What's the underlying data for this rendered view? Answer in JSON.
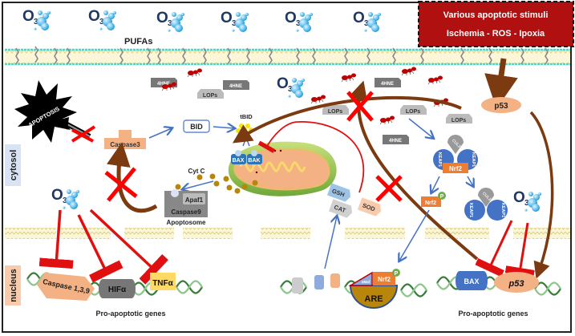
{
  "title_box": {
    "line1": "Various apoptotic stimuli",
    "line2": "Ischemia -  ROS - Ipoxia",
    "fill": "#b01010"
  },
  "labels": {
    "pufas": "PUFAs",
    "cytosol": "cytosol",
    "nucleus": "nucleus",
    "apoptosis": "APOPTOSIS",
    "caspase3": "Caspase3",
    "bid": "BID",
    "tbid": "tBID",
    "bax": "BAX",
    "bak": "BAK",
    "cytc": "Cyt C",
    "apaf1": "Apaf1",
    "caspase9": "Caspase9",
    "apoptosome": "Apoptosome",
    "p53": "p53",
    "gsh": "GSH",
    "cat": "CAT",
    "sod": "SOD",
    "nrf2": "Nrf2",
    "keap1": "KEAP1",
    "cul3": "CUL3",
    "phospho": "P",
    "smaf": "sMaf",
    "are": "ARE",
    "ozone": "O",
    "ozone_sub": "3",
    "hne": "4HNE",
    "lops": "LOPs",
    "pro_apoptotic_left": "Pro-apoptotic genes",
    "pro_apoptotic_right": "Pro-apoptotic genes",
    "gene_caspase": "Caspase 1,3,9",
    "gene_hif": "HIFα",
    "gene_tnf": "TNFα",
    "gene_bax": "BAX",
    "gene_p53": "p53"
  },
  "colors": {
    "inhibit_red": "#e01010",
    "activation_blue": "#4472c4",
    "brown_arrow": "#7b3a10",
    "ozone_blue": "#1f3864",
    "caspase_salmon": "#f4b183",
    "nrf2_orange": "#ed7d31",
    "keap_blue": "#4472c4",
    "cytosol_bg": "#dae3f3",
    "nucleus_bg": "#f8cbad"
  }
}
